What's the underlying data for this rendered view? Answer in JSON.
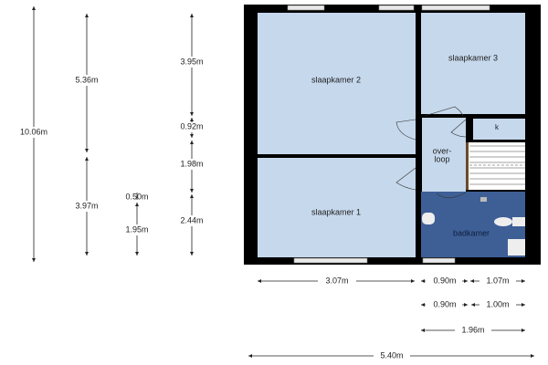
{
  "rooms": {
    "slaapkamer2": "slaapkamer 2",
    "slaapkamer3": "slaapkamer 3",
    "slaapkamer1": "slaapkamer 1",
    "overloop_line1": "over-",
    "overloop_line2": "loop",
    "k": "k",
    "badkamer": "badkamer"
  },
  "colors": {
    "room": "#c6d8ec",
    "bathroom": "#3e5f96",
    "wall": "#000000"
  },
  "vertical_dimensions": {
    "total": "10.06m",
    "col2_top": "5.36m",
    "col2_bottom": "3.97m",
    "col3_top": "0.50m",
    "col3_bottom": "1.95m",
    "col4_a": "3.95m",
    "col4_b": "0.92m",
    "col4_c": "1.98m",
    "col4_d": "2.44m"
  },
  "horizontal_dimensions": {
    "row1_a": "3.07m",
    "row1_b": "0.90m",
    "row1_c": "1.07m",
    "row2_a": "0.90m",
    "row2_b": "1.00m",
    "row3": "1.96m",
    "total": "5.40m"
  }
}
